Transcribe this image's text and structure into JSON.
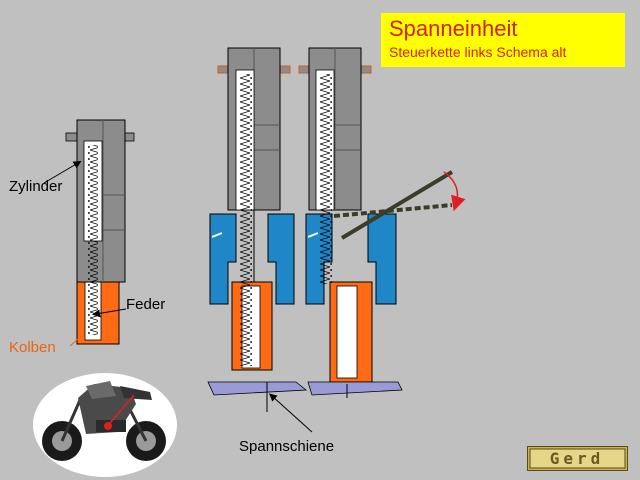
{
  "title": "Spanneinheit",
  "subtitle": "Steuerkette links Schema alt",
  "labels": {
    "zylinder": "Zylinder",
    "feder": "Feder",
    "kolben": "Kolben",
    "spannschiene": "Spannschiene"
  },
  "logo_text": "Gerd",
  "colors": {
    "background": "#c0c0c0",
    "title_box": "#ffff00",
    "title_text": "#d81e1e",
    "cylinder": "#8c8c8c",
    "piston": "#ff6a14",
    "housing": "#1f86c8",
    "rail": "#9a9ad6",
    "lever": "#3c3c28",
    "arrow": "#e02020",
    "kolben_label": "#e86414"
  },
  "icons": [
    "motorcycle-image",
    "pivot-arrow-icon",
    "gerd-logo"
  ]
}
